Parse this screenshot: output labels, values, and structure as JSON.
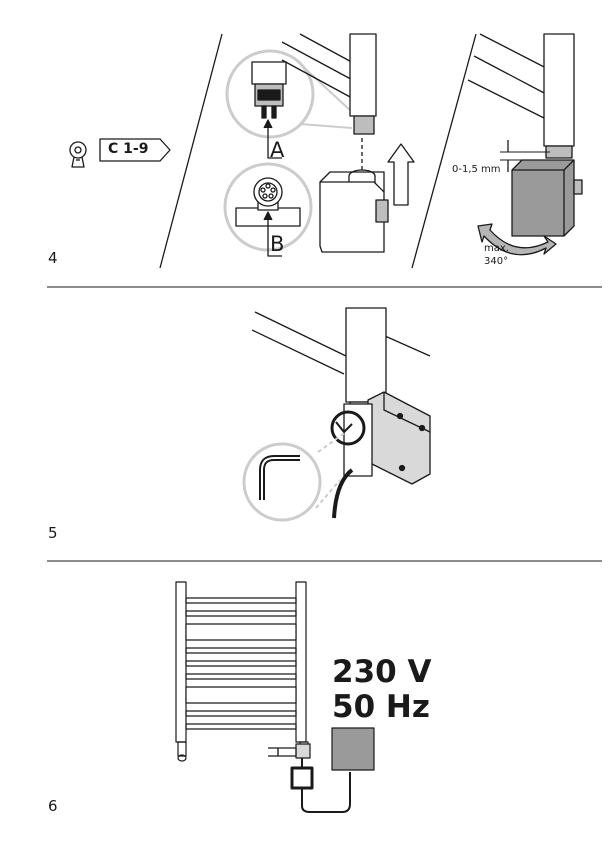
{
  "steps": [
    {
      "number": "4"
    },
    {
      "number": "5"
    },
    {
      "number": "6"
    }
  ],
  "step4": {
    "reference_tag": "C 1-9",
    "callout_a": "A",
    "callout_b": "B",
    "gap_label": "0-1,5 mm",
    "rotation_label_line1": "max.",
    "rotation_label_line2": "340°"
  },
  "step6": {
    "voltage": "230 V",
    "frequency": "50 Hz"
  },
  "colors": {
    "line": "#1a1a1a",
    "fill_light": "#ffffff",
    "fill_grey": "#d9d9d9",
    "fill_mid": "#bdbdbd",
    "fill_dark": "#9a9a9a",
    "callout_ring": "#cccccc",
    "arrow_grey": "#b5b5b5"
  },
  "icons": [
    "wrench-gear-icon",
    "upward-arrow-icon",
    "rotation-arrow-icon",
    "power-plug-icon"
  ]
}
